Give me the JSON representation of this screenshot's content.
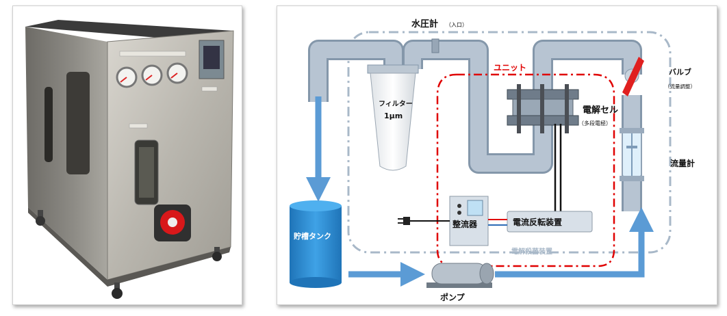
{
  "photo": {
    "gauges": 3
  },
  "diagram": {
    "labels": {
      "pressure_gauge": "水圧計",
      "pressure_gauge_note": "（入口）",
      "unit": "ユニット",
      "filter_line1": "フィルター",
      "filter_line2": "1μm",
      "electrolysis_cell": "電解セル",
      "electrolysis_cell_note": "（多段電極）",
      "valve": "バルブ",
      "valve_note": "（流量調整）",
      "flow_meter": "流量計",
      "tank": "貯槽タンク",
      "rectifier": "整流器",
      "current_reverser": "電流反転装置",
      "system_name": "電解殺菌装置",
      "pump": "ポンプ"
    },
    "colors": {
      "pipe": "#a9b8c8",
      "pipe_edge": "#8497aa",
      "tank": "#2f8fd8",
      "arrow": "#5b9bd5",
      "unit_border": "#e00000",
      "system_border": "#a8b8c8",
      "valve": "#e02020"
    }
  }
}
